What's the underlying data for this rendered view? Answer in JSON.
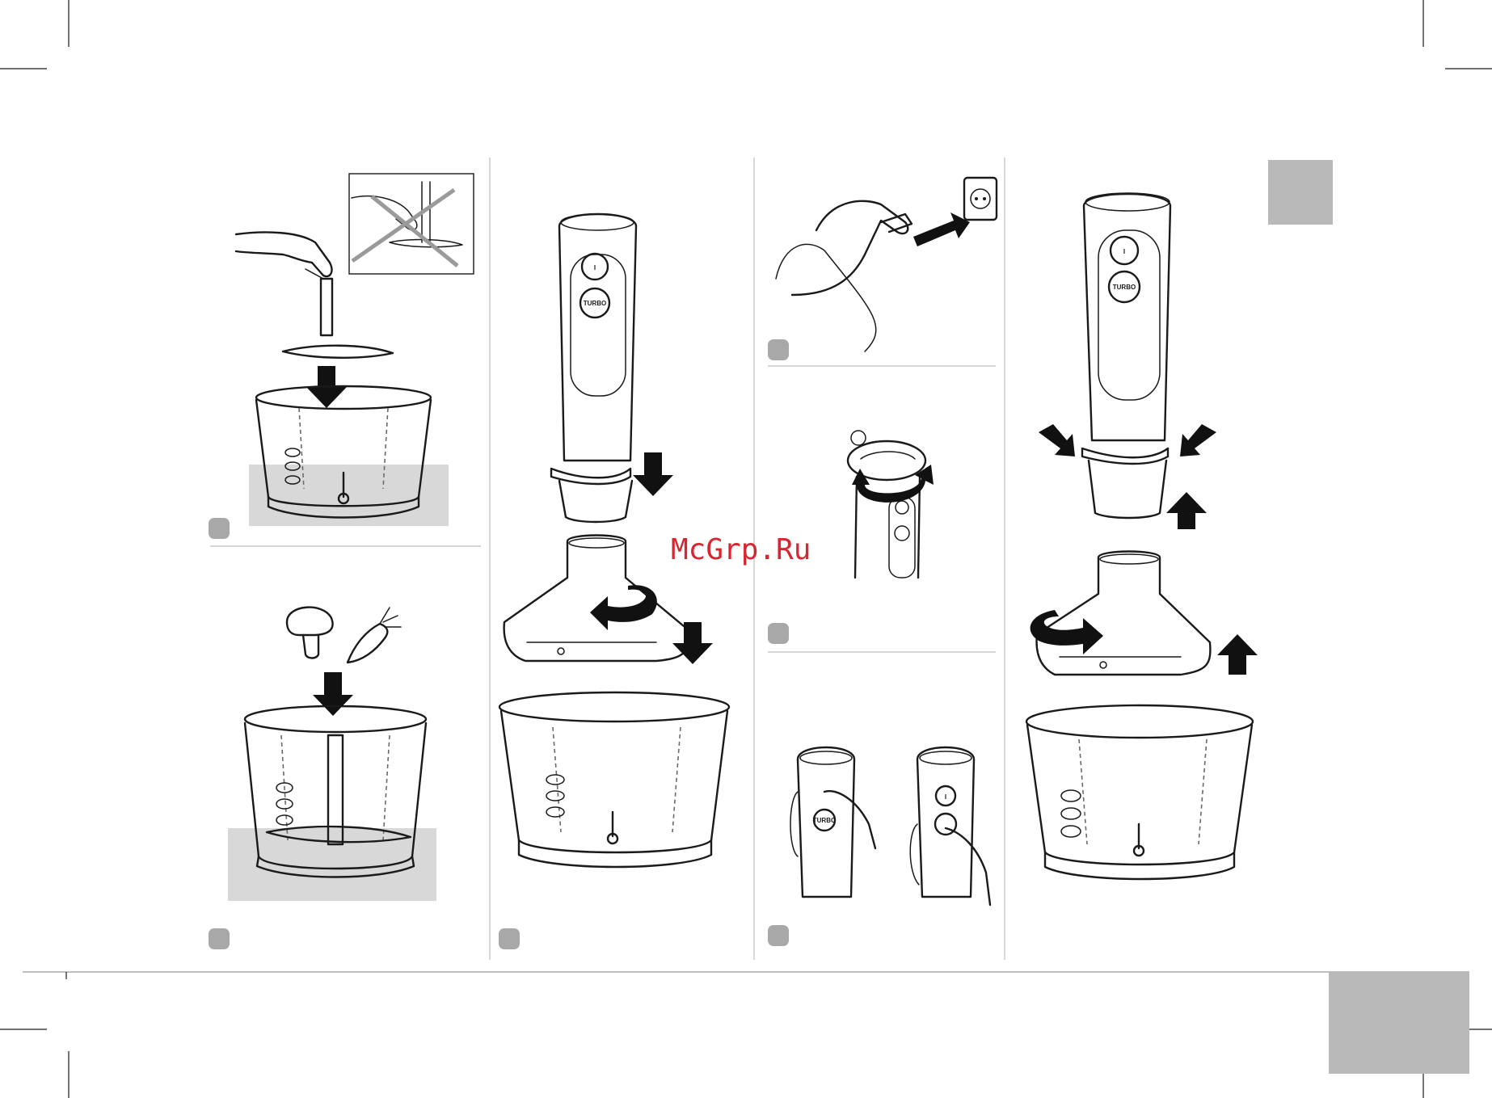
{
  "watermark": {
    "text": "McGrp.Ru",
    "color": "#d7262f"
  },
  "button_labels": {
    "power": "I",
    "turbo": "TURBO"
  },
  "colors": {
    "ink": "#1a1a1a",
    "step_badge": "#a8a8a8",
    "tab_block": "#b9b9b9",
    "surface": "#d8d8d8",
    "rule": "#9a9a9a"
  },
  "steps": [
    {
      "illustration": "blade-insertion-into-chopper-bowl"
    },
    {
      "illustration": "add-food-mushroom-carrot"
    },
    {
      "illustration": "attach-motor-unit-and-lid"
    },
    {
      "illustration": "plug-into-socket"
    },
    {
      "illustration": "rotate-lid-to-lock"
    },
    {
      "illustration": "press-power-or-turbo"
    },
    {
      "illustration": "press-release-buttons-and-lift-off"
    }
  ]
}
